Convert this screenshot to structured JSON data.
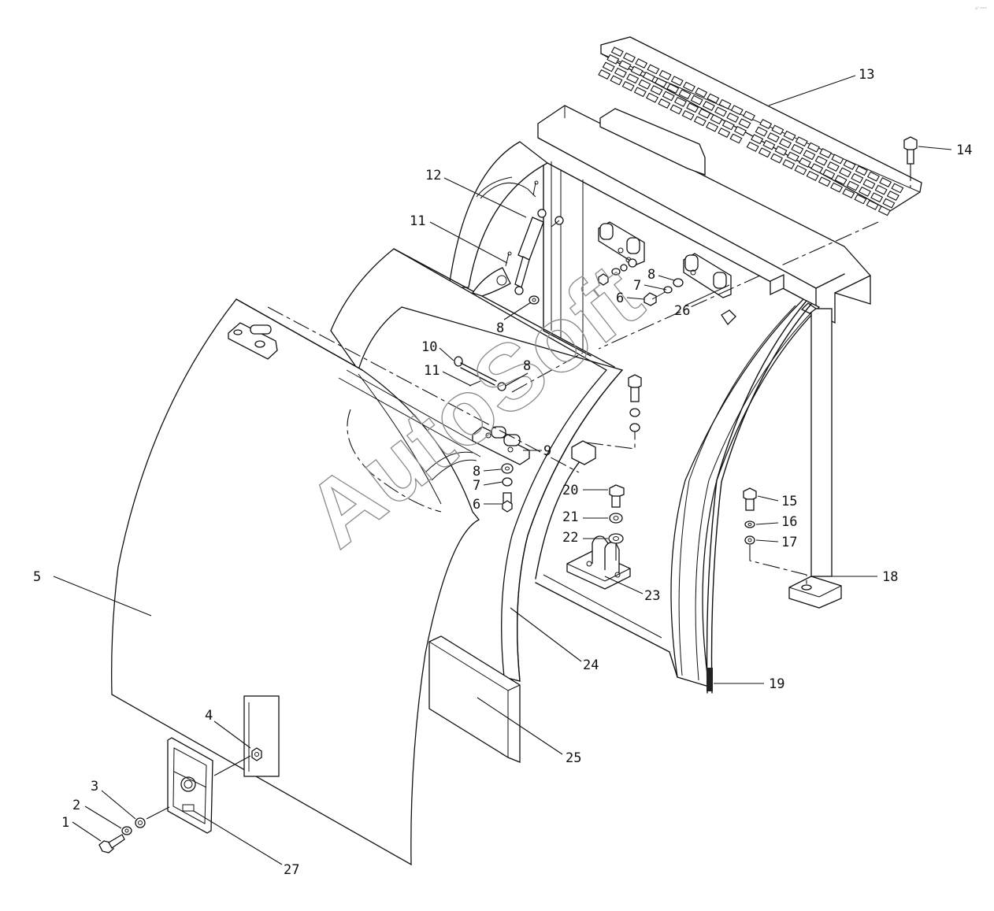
{
  "watermark": "AutoSoft",
  "corner_mark": "a° ===",
  "callouts": [
    {
      "label": "1"
    },
    {
      "label": "2"
    },
    {
      "label": "3"
    },
    {
      "label": "4"
    },
    {
      "label": "5"
    },
    {
      "label": "6"
    },
    {
      "label": "7"
    },
    {
      "label": "8"
    },
    {
      "label": "6"
    },
    {
      "label": "7"
    },
    {
      "label": "8"
    },
    {
      "label": "8"
    },
    {
      "label": "8"
    },
    {
      "label": "9"
    },
    {
      "label": "10"
    },
    {
      "label": "11"
    },
    {
      "label": "11"
    },
    {
      "label": "12"
    },
    {
      "label": "13"
    },
    {
      "label": "14"
    },
    {
      "label": "15"
    },
    {
      "label": "16"
    },
    {
      "label": "17"
    },
    {
      "label": "18"
    },
    {
      "label": "19"
    },
    {
      "label": "20"
    },
    {
      "label": "21"
    },
    {
      "label": "22"
    },
    {
      "label": "23"
    },
    {
      "label": "24"
    },
    {
      "label": "25"
    },
    {
      "label": "26"
    },
    {
      "label": "27"
    }
  ]
}
